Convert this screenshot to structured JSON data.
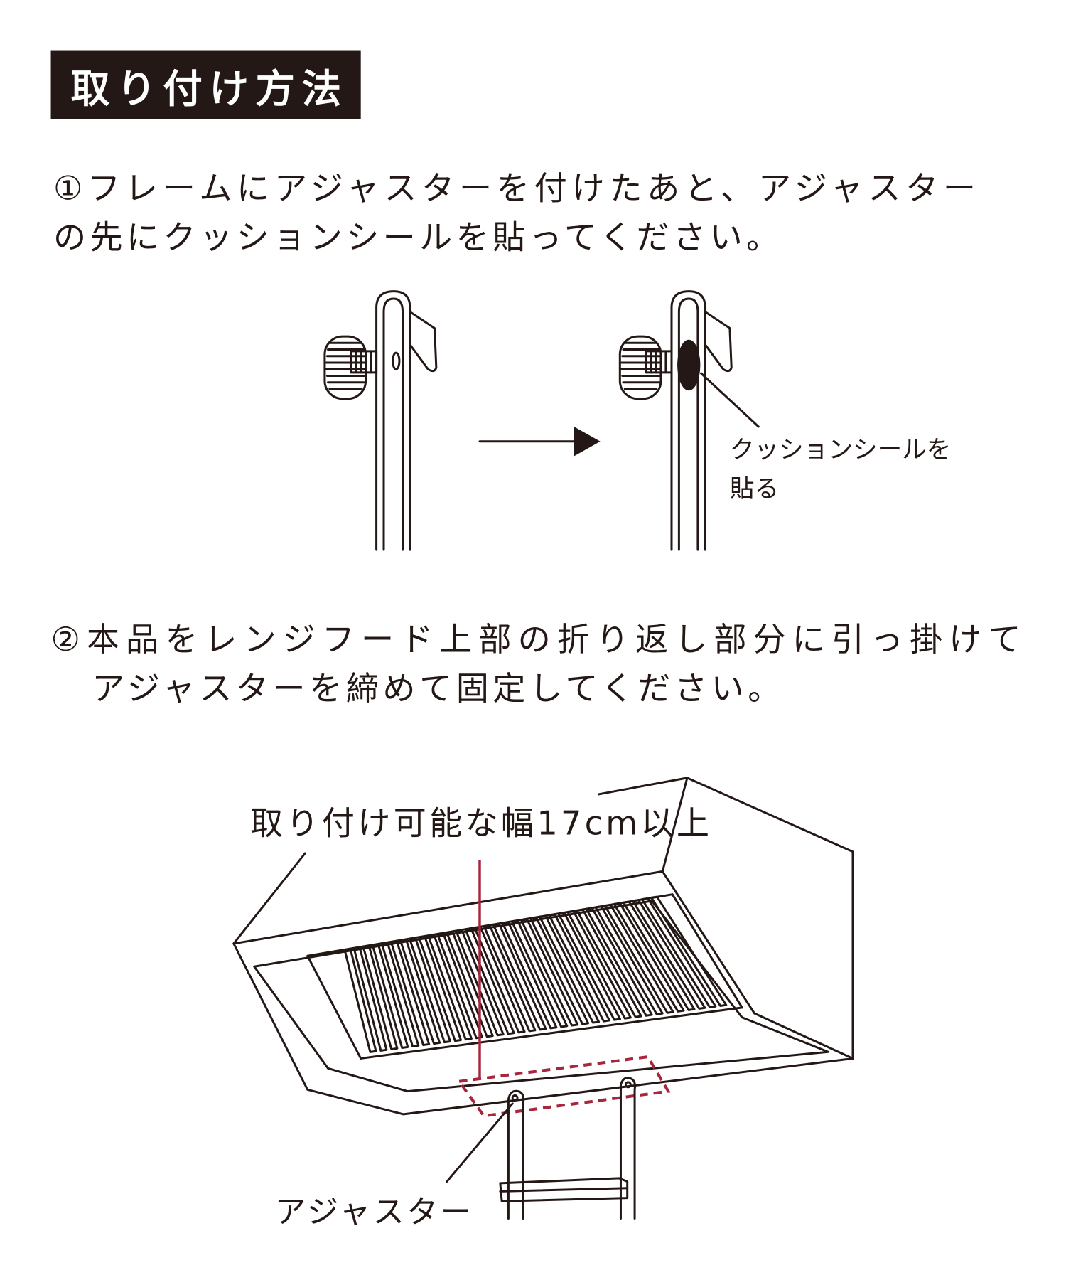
{
  "title": "取り付け方法",
  "step1": {
    "line1": "①フレームにアジャスターを付けたあと、アジャスター",
    "line2": "の先にクッションシールを貼ってください。",
    "callout_line1": "クッションシールを",
    "callout_line2": "貼る"
  },
  "step2": {
    "line1": "②本品をレンジフード上部の折り返し部分に引っ掛けて",
    "line2": "アジャスターを締めて固定してください。",
    "width_label": "取り付け可能な幅17cm以上",
    "adjuster_label": "アジャスター"
  },
  "colors": {
    "ink": "#231815",
    "accent": "#a8263b",
    "title_bg": "#231815"
  }
}
